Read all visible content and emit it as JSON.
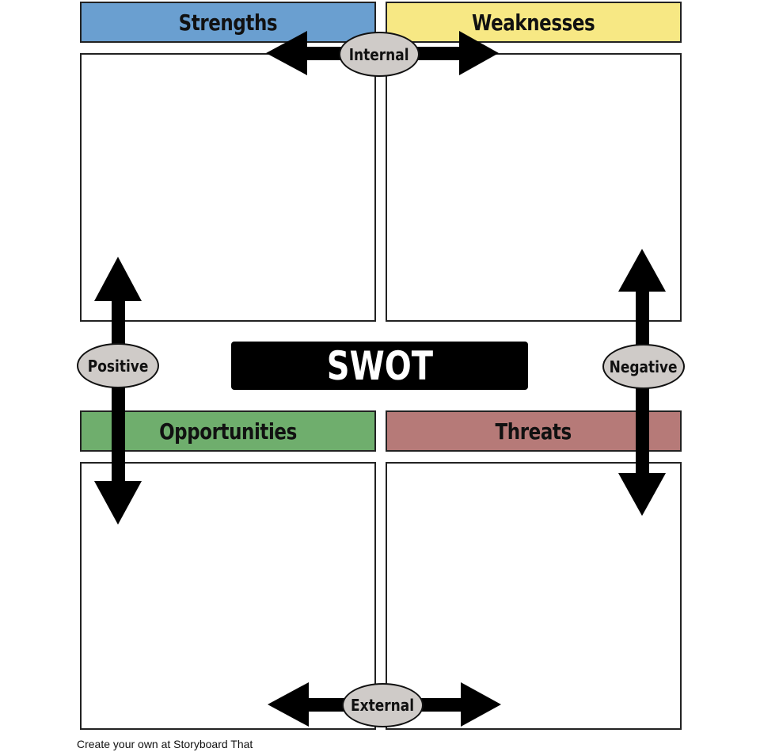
{
  "headers": {
    "strengths": {
      "label": "Strengths",
      "color": "#6a9fd0"
    },
    "weaknesses": {
      "label": "Weaknesses",
      "color": "#f7e884"
    },
    "opportunities": {
      "label": "Opportunities",
      "color": "#6fae6d"
    },
    "threats": {
      "label": "Threats",
      "color": "#b67a78"
    }
  },
  "title": "SWOT",
  "axes": {
    "internal": "Internal",
    "external": "External",
    "positive": "Positive",
    "negative": "Negative"
  },
  "footer": "Create your own at Storyboard That"
}
